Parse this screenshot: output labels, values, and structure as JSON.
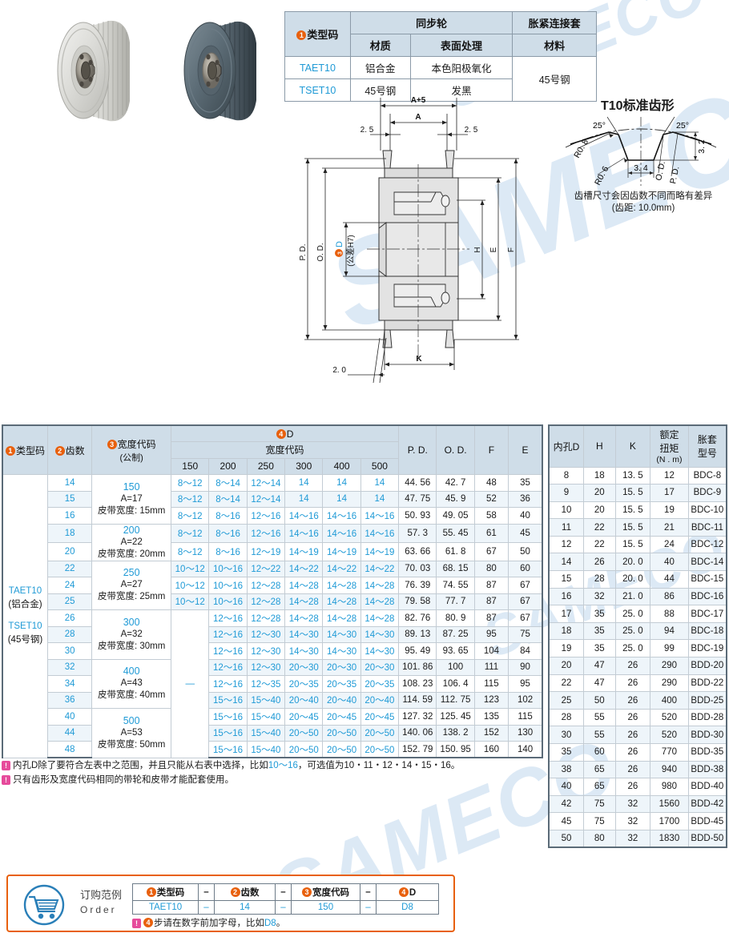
{
  "watermark": "SAMECO",
  "material_table": {
    "col_type": "类型码",
    "col_type_num": "1",
    "group_pulley": "同步轮",
    "group_bush": "胀紧连接套",
    "sub_material": "材质",
    "sub_surface": "表面处理",
    "sub_bush_material": "材料",
    "rows": [
      {
        "code": "TAET10",
        "material": "铝合金",
        "surface": "本色阳极氧化"
      },
      {
        "code": "TSET10",
        "material": "45号钢",
        "surface": "发黑"
      }
    ],
    "bush_material": "45号钢"
  },
  "drawing": {
    "dim_a_plus_5": "A+5",
    "dim_a": "A",
    "dim_25_left": "2.5",
    "dim_25_right": "2.5",
    "dim_20": "2.0",
    "label_pd": "P. D.",
    "label_od": "O. D.",
    "label_d": "D",
    "label_d_num": "3",
    "label_tol": "(公差H7)",
    "label_h": "H",
    "label_e": "E",
    "label_f": "F",
    "label_k": "K"
  },
  "tooth_profile": {
    "title": "T10标准齿形",
    "angle_left": "25°",
    "angle_right": "25°",
    "r08": "R0. 8",
    "r06": "R0. 6",
    "w34": "3. 4",
    "h32": "3. 2",
    "od": "O. D.",
    "pd": "P. D.",
    "note_line1": "齿槽尺寸会因齿数不同而略有差异",
    "note_line2": "(齿距: 10.0mm)"
  },
  "main_table": {
    "headers": {
      "type_code": "类型码",
      "type_code_num": "1",
      "teeth": "齿数",
      "teeth_num": "2",
      "width_code": "宽度代码",
      "width_code_num": "3",
      "width_code_sub": "(公制)",
      "d_group": "D",
      "d_group_num": "4",
      "d_sub_group": "宽度代码",
      "widths": [
        "150",
        "200",
        "250",
        "300",
        "400",
        "500"
      ],
      "pd": "P. D.",
      "od": "O. D.",
      "f": "F",
      "e": "E"
    },
    "type_codes": [
      {
        "code": "TAET10",
        "material": "(铝合金)"
      },
      {
        "code": "TSET10",
        "material": "(45号钢)"
      }
    ],
    "width_groups": [
      {
        "code": "150",
        "a": "A=17",
        "belt": "皮带宽度: 15mm",
        "rows": 3
      },
      {
        "code": "200",
        "a": "A=22",
        "belt": "皮带宽度: 20mm",
        "rows": 2
      },
      {
        "code": "250",
        "a": "A=27",
        "belt": "皮带宽度: 25mm",
        "rows": 3
      },
      {
        "code": "300",
        "a": "A=32",
        "belt": "皮带宽度: 30mm",
        "rows": 3
      },
      {
        "code": "400",
        "a": "A=43",
        "belt": "皮带宽度: 40mm",
        "rows": 3
      },
      {
        "code": "500",
        "a": "A=53",
        "belt": "皮带宽度: 50mm",
        "rows": 3
      }
    ],
    "dash": "—",
    "rows": [
      {
        "teeth": "14",
        "d": [
          "8～12",
          "8～14",
          "12～14",
          "14",
          "14",
          "14"
        ],
        "pd": "44. 56",
        "od": "42. 7",
        "f": "48",
        "e": "35"
      },
      {
        "teeth": "15",
        "d": [
          "8～12",
          "8～14",
          "12～14",
          "14",
          "14",
          "14"
        ],
        "pd": "47. 75",
        "od": "45. 9",
        "f": "52",
        "e": "36"
      },
      {
        "teeth": "16",
        "d": [
          "8～12",
          "8～16",
          "12～16",
          "14～16",
          "14～16",
          "14～16"
        ],
        "pd": "50. 93",
        "od": "49. 05",
        "f": "58",
        "e": "40"
      },
      {
        "teeth": "18",
        "d": [
          "8～12",
          "8～16",
          "12～16",
          "14～16",
          "14～16",
          "14～16"
        ],
        "pd": "57. 3",
        "od": "55. 45",
        "f": "61",
        "e": "45"
      },
      {
        "teeth": "20",
        "d": [
          "8～12",
          "8～16",
          "12～19",
          "14～19",
          "14～19",
          "14～19"
        ],
        "pd": "63. 66",
        "od": "61. 8",
        "f": "67",
        "e": "50"
      },
      {
        "teeth": "22",
        "d": [
          "10～12",
          "10～16",
          "12～22",
          "14～22",
          "14～22",
          "14～22"
        ],
        "pd": "70. 03",
        "od": "68. 15",
        "f": "80",
        "e": "60"
      },
      {
        "teeth": "24",
        "d": [
          "10～12",
          "10～16",
          "12～28",
          "14～28",
          "14～28",
          "14～28"
        ],
        "pd": "76. 39",
        "od": "74. 55",
        "f": "87",
        "e": "67"
      },
      {
        "teeth": "25",
        "d": [
          "10～12",
          "10～16",
          "12～28",
          "14～28",
          "14～28",
          "14～28"
        ],
        "pd": "79. 58",
        "od": "77. 7",
        "f": "87",
        "e": "67"
      },
      {
        "teeth": "26",
        "d": [
          null,
          "12～16",
          "12～28",
          "14～28",
          "14～28",
          "14～28"
        ],
        "pd": "82. 76",
        "od": "80. 9",
        "f": "87",
        "e": "67"
      },
      {
        "teeth": "28",
        "d": [
          null,
          "12～16",
          "12～30",
          "14～30",
          "14～30",
          "14～30"
        ],
        "pd": "89. 13",
        "od": "87. 25",
        "f": "95",
        "e": "75"
      },
      {
        "teeth": "30",
        "d": [
          null,
          "12～16",
          "12～30",
          "14～30",
          "14～30",
          "14～30"
        ],
        "pd": "95. 49",
        "od": "93. 65",
        "f": "104",
        "e": "84"
      },
      {
        "teeth": "32",
        "d": [
          null,
          "12～16",
          "12～30",
          "20～30",
          "20～30",
          "20～30"
        ],
        "pd": "101. 86",
        "od": "100",
        "f": "111",
        "e": "90"
      },
      {
        "teeth": "34",
        "d": [
          null,
          "12～16",
          "12～35",
          "20～35",
          "20～35",
          "20～35"
        ],
        "pd": "108. 23",
        "od": "106. 4",
        "f": "115",
        "e": "95"
      },
      {
        "teeth": "36",
        "d": [
          null,
          "15～16",
          "15～40",
          "20～40",
          "20～40",
          "20～40"
        ],
        "pd": "114. 59",
        "od": "112. 75",
        "f": "123",
        "e": "102"
      },
      {
        "teeth": "40",
        "d": [
          null,
          "15～16",
          "15～40",
          "20～45",
          "20～45",
          "20～45"
        ],
        "pd": "127. 32",
        "od": "125. 45",
        "f": "135",
        "e": "115"
      },
      {
        "teeth": "44",
        "d": [
          null,
          "15～16",
          "15～40",
          "20～50",
          "20～50",
          "20～50"
        ],
        "pd": "140. 06",
        "od": "138. 2",
        "f": "152",
        "e": "130"
      },
      {
        "teeth": "48",
        "d": [
          null,
          "15～16",
          "15～40",
          "20～50",
          "20～50",
          "20～50"
        ],
        "pd": "152. 79",
        "od": "150. 95",
        "f": "160",
        "e": "140"
      }
    ]
  },
  "bore_table": {
    "headers": {
      "bore": "内孔D",
      "h": "H",
      "k": "K",
      "torque_l1": "额定",
      "torque_l2": "扭矩",
      "torque_l3": "(N . m)",
      "bush_l1": "胀套",
      "bush_l2": "型号"
    },
    "rows": [
      {
        "d": "8",
        "h": "18",
        "k": "13. 5",
        "torque": "12",
        "model": "BDC-8"
      },
      {
        "d": "9",
        "h": "20",
        "k": "15. 5",
        "torque": "17",
        "model": "BDC-9"
      },
      {
        "d": "10",
        "h": "20",
        "k": "15. 5",
        "torque": "19",
        "model": "BDC-10"
      },
      {
        "d": "11",
        "h": "22",
        "k": "15. 5",
        "torque": "21",
        "model": "BDC-11"
      },
      {
        "d": "12",
        "h": "22",
        "k": "15. 5",
        "torque": "24",
        "model": "BDC-12"
      },
      {
        "d": "14",
        "h": "26",
        "k": "20. 0",
        "torque": "40",
        "model": "BDC-14"
      },
      {
        "d": "15",
        "h": "28",
        "k": "20. 0",
        "torque": "44",
        "model": "BDC-15"
      },
      {
        "d": "16",
        "h": "32",
        "k": "21. 0",
        "torque": "86",
        "model": "BDC-16"
      },
      {
        "d": "17",
        "h": "35",
        "k": "25. 0",
        "torque": "88",
        "model": "BDC-17"
      },
      {
        "d": "18",
        "h": "35",
        "k": "25. 0",
        "torque": "94",
        "model": "BDC-18"
      },
      {
        "d": "19",
        "h": "35",
        "k": "25. 0",
        "torque": "99",
        "model": "BDC-19"
      },
      {
        "d": "20",
        "h": "47",
        "k": "26",
        "torque": "290",
        "model": "BDD-20"
      },
      {
        "d": "22",
        "h": "47",
        "k": "26",
        "torque": "290",
        "model": "BDD-22"
      },
      {
        "d": "25",
        "h": "50",
        "k": "26",
        "torque": "400",
        "model": "BDD-25"
      },
      {
        "d": "28",
        "h": "55",
        "k": "26",
        "torque": "520",
        "model": "BDD-28"
      },
      {
        "d": "30",
        "h": "55",
        "k": "26",
        "torque": "520",
        "model": "BDD-30"
      },
      {
        "d": "35",
        "h": "60",
        "k": "26",
        "torque": "770",
        "model": "BDD-35"
      },
      {
        "d": "38",
        "h": "65",
        "k": "26",
        "torque": "940",
        "model": "BDD-38"
      },
      {
        "d": "40",
        "h": "65",
        "k": "26",
        "torque": "980",
        "model": "BDD-40"
      },
      {
        "d": "42",
        "h": "75",
        "k": "32",
        "torque": "1560",
        "model": "BDD-42"
      },
      {
        "d": "45",
        "h": "75",
        "k": "32",
        "torque": "1700",
        "model": "BDD-45"
      },
      {
        "d": "50",
        "h": "80",
        "k": "32",
        "torque": "1830",
        "model": "BDD-50"
      }
    ]
  },
  "notes": {
    "note1_a": "内孔D除了要符合左表中之范围，并且只能从右表中选择，比如",
    "note1_hl": "10～16",
    "note1_b": "，可选值为10・11・12・14・15・16。",
    "note2": "只有齿形及宽度代码相同的带轮和皮带才能配套使用。"
  },
  "order": {
    "label_cn": "订购范例",
    "label_en": "Order",
    "headers": [
      "类型码",
      "齿数",
      "宽度代码",
      "D"
    ],
    "header_nums": [
      "1",
      "2",
      "3",
      "4"
    ],
    "sep": "–",
    "values": [
      "TAET10",
      "14",
      "150",
      "D8"
    ],
    "note_num": "4",
    "note_a": "步请在数字前加字母，比如",
    "note_hl": "D8",
    "note_b": "。"
  }
}
